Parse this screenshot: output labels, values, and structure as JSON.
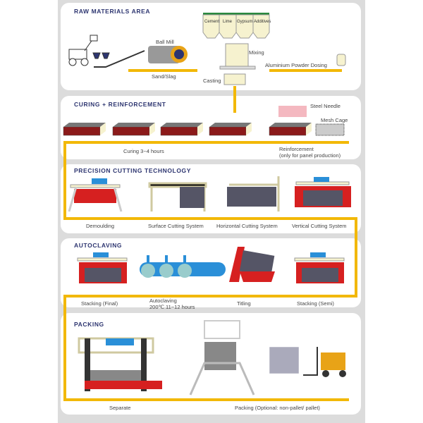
{
  "colors": {
    "flow": "#f2b807",
    "title": "#2d3570",
    "mould": "#8b1a1a",
    "machine": "#d62020",
    "autoclave": "#2a8fd8"
  },
  "raw": {
    "title": "RAW MATERIALS AREA",
    "ball_mill": "Ball Mill",
    "sand_slag": "Sand/Slag",
    "silos": [
      "Cement",
      "Lime",
      "Gypsum",
      "Additives"
    ],
    "mixing": "Mixing",
    "casting": "Casting",
    "aluminium": "Aluminium  Powder  Dosing"
  },
  "curing": {
    "title": "CURING + REINFORCEMENT",
    "curing_time": "Curing  3~4 hours",
    "steel_needle": "Steel Needle",
    "mesh_cage": "Mesh Cage",
    "reinforcement": "Reinforcement",
    "reinforcement_note": "(only for panel production)"
  },
  "cutting": {
    "title": "PRECISION CUTTING TECHNOLOGY",
    "steps": [
      "Demoulding",
      "Surface  Cutting  System",
      "Horizontal Cutting  System",
      "Vertical  Cutting  System"
    ]
  },
  "autoclaving": {
    "title": "AUTOCLAVING",
    "stacking_final": "Stacking (Final)",
    "autoclaving": "Autoclaving",
    "autoclaving_cond": "200℃   11~12 hours",
    "titling": "Titling",
    "stacking_semi": "Stacking (Semi)"
  },
  "packing": {
    "title": "PACKING",
    "separate": "Separate",
    "packing": "Packing (Optional: non-pallet/ pallet)"
  }
}
